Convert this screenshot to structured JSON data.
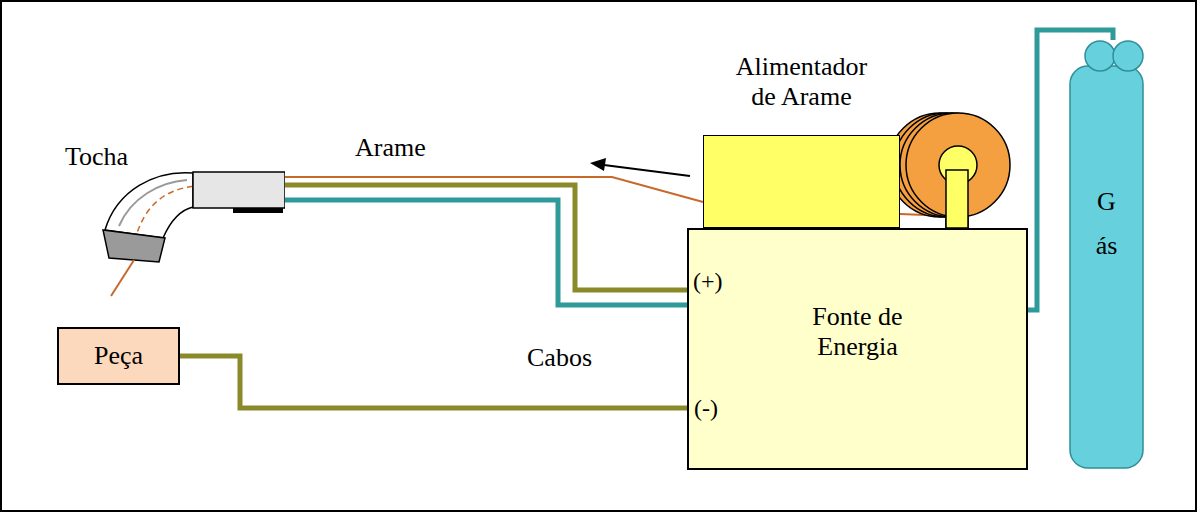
{
  "diagram": {
    "nodes": [
      {
        "text": [
          "Tocha"
        ]
      },
      {
        "text": [
          "Alimentador de Arame"
        ]
      },
      {
        "text": [
          "(+)",
          "Fonte de Energia",
          "(-)"
        ]
      },
      {
        "text": [
          "Peça"
        ]
      },
      {
        "text": [
          "Gás"
        ]
      }
    ],
    "edges": [
      {
        "from": 2,
        "to": 0,
        "arrow": "none"
      },
      {
        "from": 2,
        "to": 0,
        "arrow": "none"
      },
      {
        "from": 1,
        "to": 0,
        "arrow": "none"
      },
      {
        "from": 3,
        "to": 2,
        "arrow": "none"
      },
      {
        "from": 4,
        "to": 2,
        "arrow": "none"
      }
    ],
    "labels": [
      "Arame",
      "Cabos"
    ]
  }
}
